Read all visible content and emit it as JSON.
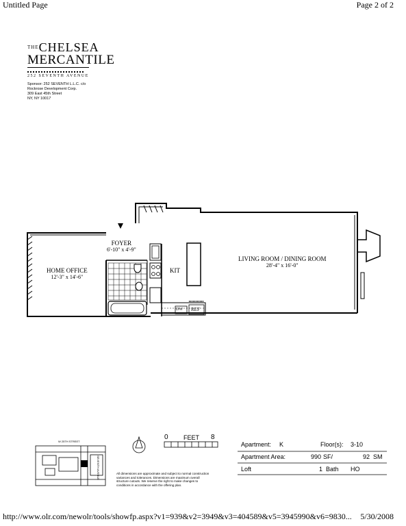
{
  "header": {
    "title": "Untitled Page",
    "page": "Page 2 of 2"
  },
  "logo": {
    "the": "THE",
    "line1": "CHELSEA",
    "line2": "MERCANTILE",
    "address": "252 SEVENTH AVENUE",
    "sponsor": "Sponsor: 252 SEVENTH L.L.C. c/o",
    "developer": "Rockrose Development Corp.",
    "street": "309 East 45th Street",
    "city": "NY, NY 10017"
  },
  "rooms": {
    "foyer": {
      "name": "FOYER",
      "dim": "6'-10\" x 4'-9\""
    },
    "office": {
      "name": "HOME OFFICE",
      "dim": "12'-3\" x 14'-6\""
    },
    "kit": {
      "name": "KIT"
    },
    "living": {
      "name": "LIVING ROOM / DINING ROOM",
      "dim": "28'-4\" x 16'-0\""
    },
    "dw": "DW",
    "ref": "REF"
  },
  "scale": {
    "zero": "0",
    "unit": "FEET",
    "max": "8"
  },
  "key_map": {
    "street1": "W 25TH STREET",
    "street2": "SEVENTH AVENUE"
  },
  "disclaimer": "All dimensions are approximate and subject to normal construction variances and tolerances. Dimensions are maximum overall structure cutouts. We reserve the right to make changes to conditions in accordance with the offering plan.",
  "unit_info": {
    "apartment_label": "Apartment:",
    "apartment": "K",
    "floors_label": "Floor(s):",
    "floors": "3-10",
    "area_label": "Apartment Area:",
    "sf": "990",
    "sf_unit": "SF/",
    "sm": "92",
    "sm_unit": "SM",
    "loft": "Loft",
    "bath_count": "1",
    "bath_label": "Bath",
    "ho": "HO"
  },
  "footer": {
    "url": "http://www.olr.com/newolr/tools/showfp.aspx?v1=939&v2=3949&v3=404589&v5=3945990&v6=9830...",
    "date": "5/30/2008"
  }
}
